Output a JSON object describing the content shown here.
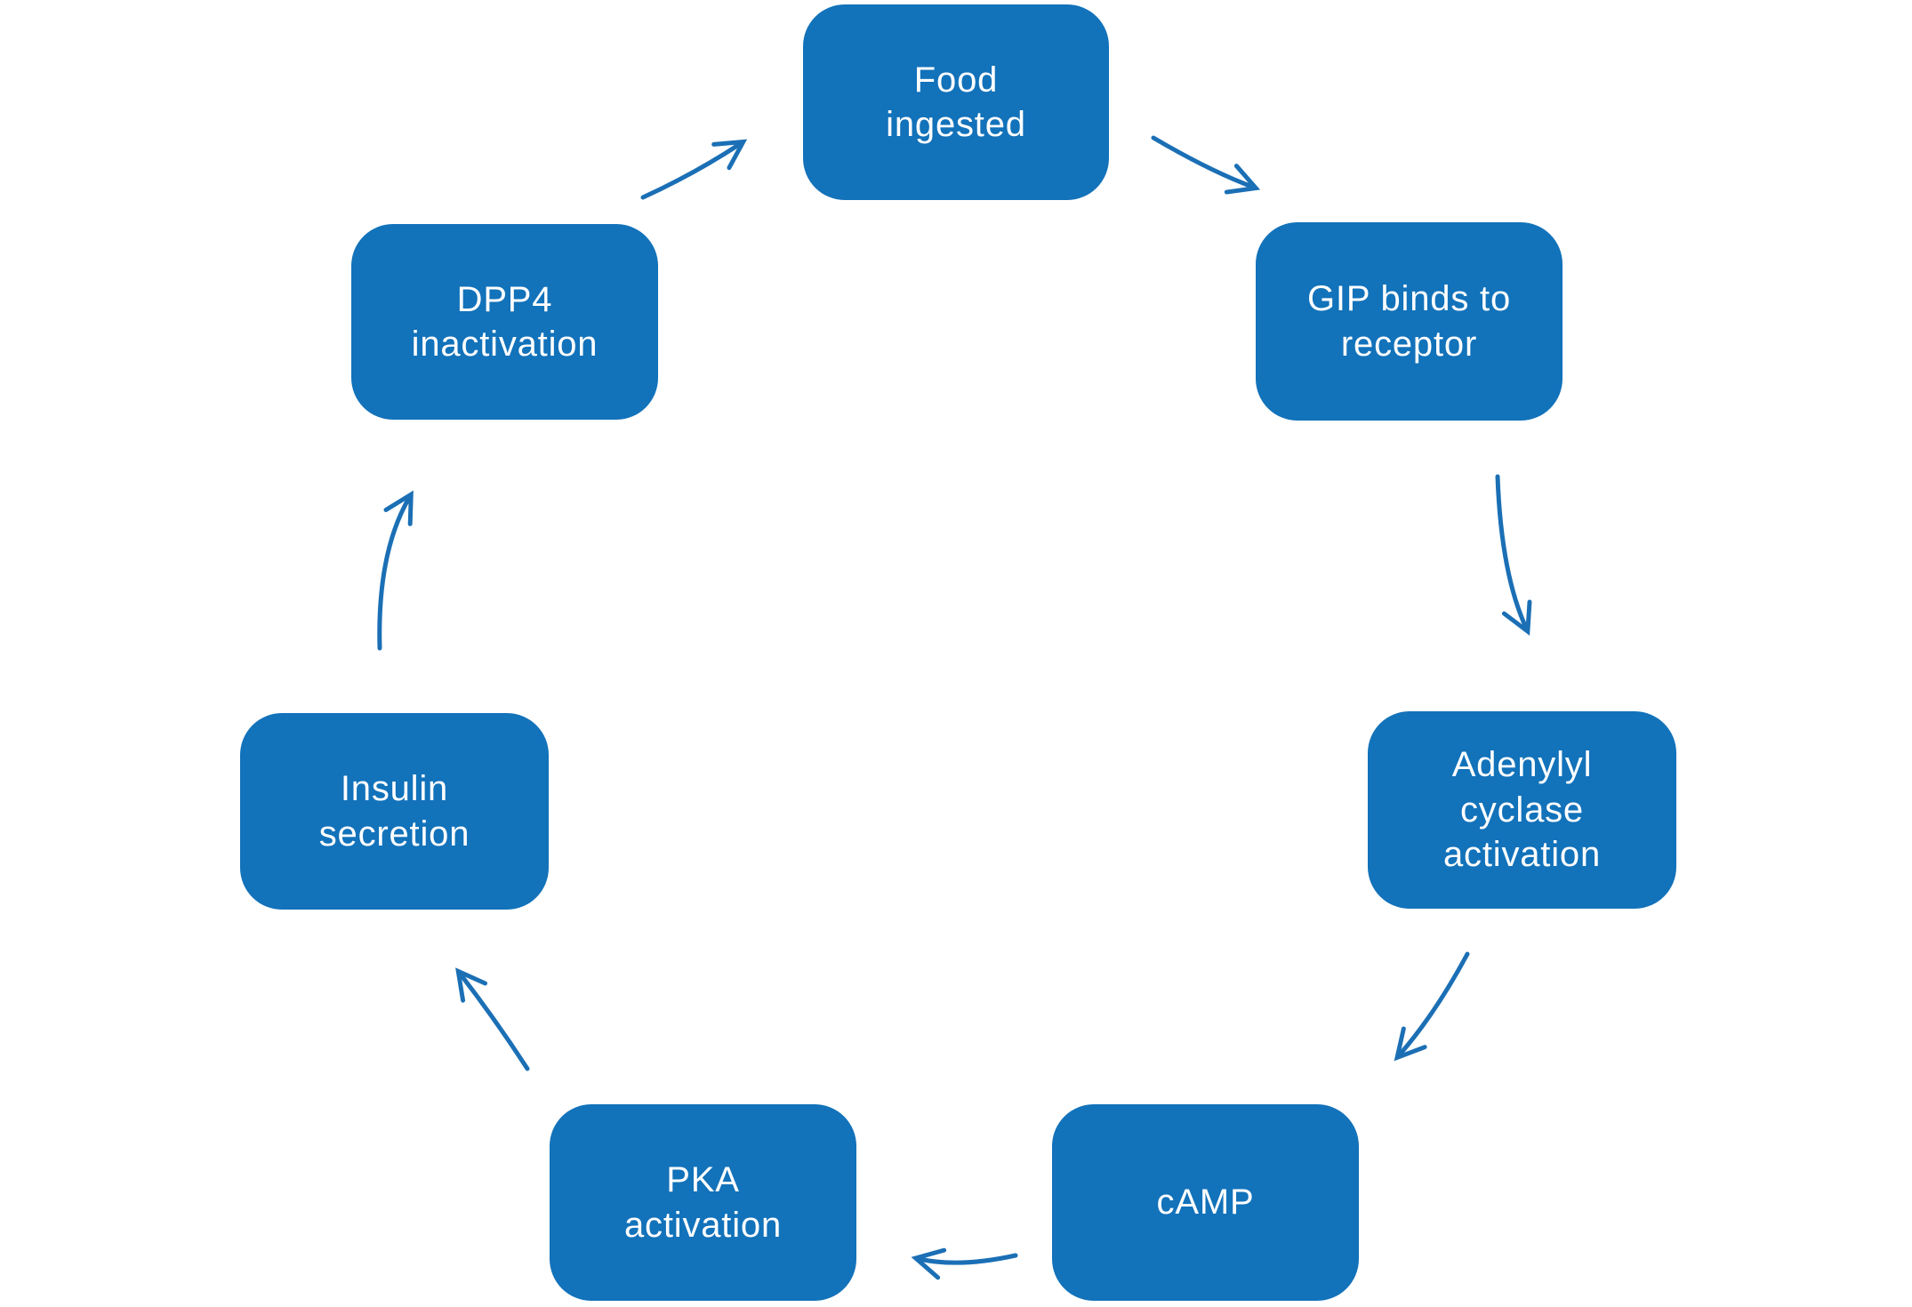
{
  "diagram": {
    "type": "cycle",
    "background_color": "#ffffff",
    "node_fill_color": "#1272ba",
    "node_text_color": "#ffffff",
    "arrow_color": "#1b6fb5",
    "steps": [
      {
        "id": "food-ingested",
        "label": "Food\ningested"
      },
      {
        "id": "gip-binds-to-receptor",
        "label": "GIP binds to\nreceptor"
      },
      {
        "id": "adenylyl-cyclase-activation",
        "label": "Adenylyl\ncyclase\nactivation"
      },
      {
        "id": "camp",
        "label": "cAMP"
      },
      {
        "id": "pka-activation",
        "label": "PKA\nactivation"
      },
      {
        "id": "insulin-secretion",
        "label": "Insulin\nsecretion"
      },
      {
        "id": "dpp4-inactivation",
        "label": "DPP4\ninactivation"
      }
    ],
    "arrows": [
      {
        "from": "Food ingested",
        "to": "GIP binds to receptor"
      },
      {
        "from": "GIP binds to receptor",
        "to": "Adenylyl cyclase activation"
      },
      {
        "from": "Adenylyl cyclase activation",
        "to": "cAMP"
      },
      {
        "from": "cAMP",
        "to": "PKA activation"
      },
      {
        "from": "PKA activation",
        "to": "Insulin secretion"
      },
      {
        "from": "Insulin secretion",
        "to": "DPP4 inactivation"
      },
      {
        "from": "DPP4 inactivation",
        "to": "Food ingested"
      }
    ]
  }
}
